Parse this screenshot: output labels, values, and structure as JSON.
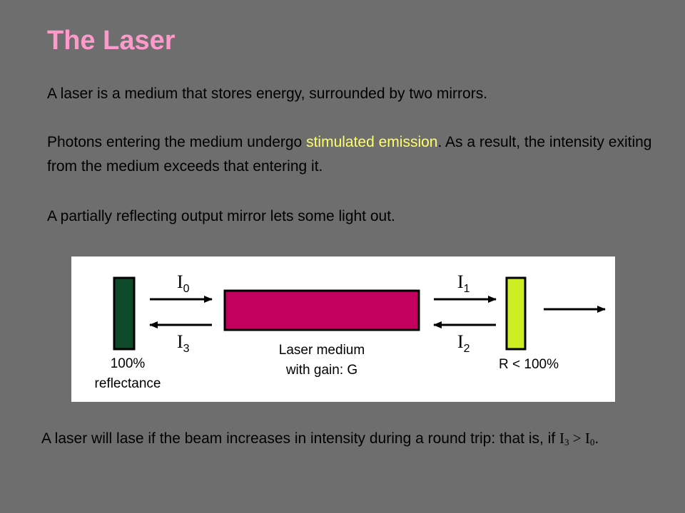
{
  "slide": {
    "title": "The Laser",
    "paragraph1": "A laser is a medium that stores energy, surrounded by two mirrors.",
    "paragraph2": {
      "before": "Photons entering the medium undergo ",
      "highlight": "stimulated emission",
      "after": ".  As a result, the intensity exiting from the medium exceeds that entering it."
    },
    "paragraph3": "A partially reflecting output mirror lets some light out.",
    "conclusion": {
      "text": "A laser will lase if the beam increases in intensity during a round trip: that is, if ",
      "math_left": "I",
      "math_left_sub": "3",
      "math_op": " > ",
      "math_right": "I",
      "math_right_sub": "0",
      "end": "."
    }
  },
  "diagram": {
    "intensity_labels": [
      {
        "var": "I",
        "sub": "0"
      },
      {
        "var": "I",
        "sub": "3"
      },
      {
        "var": "I",
        "sub": "1"
      },
      {
        "var": "I",
        "sub": "2"
      }
    ],
    "left_mirror_label_line1": "100%",
    "left_mirror_label_line2": "reflectance",
    "medium_label_line1": "Laser medium",
    "medium_label_line2": "with gain: G",
    "right_mirror_label": "R < 100%"
  },
  "colors": {
    "background": "#6e6e6e",
    "title": "#ff99cc",
    "highlight": "#ffff66",
    "left_mirror": "#0f4a2a",
    "laser_medium": "#c4005f",
    "right_mirror": "#ccee22"
  }
}
